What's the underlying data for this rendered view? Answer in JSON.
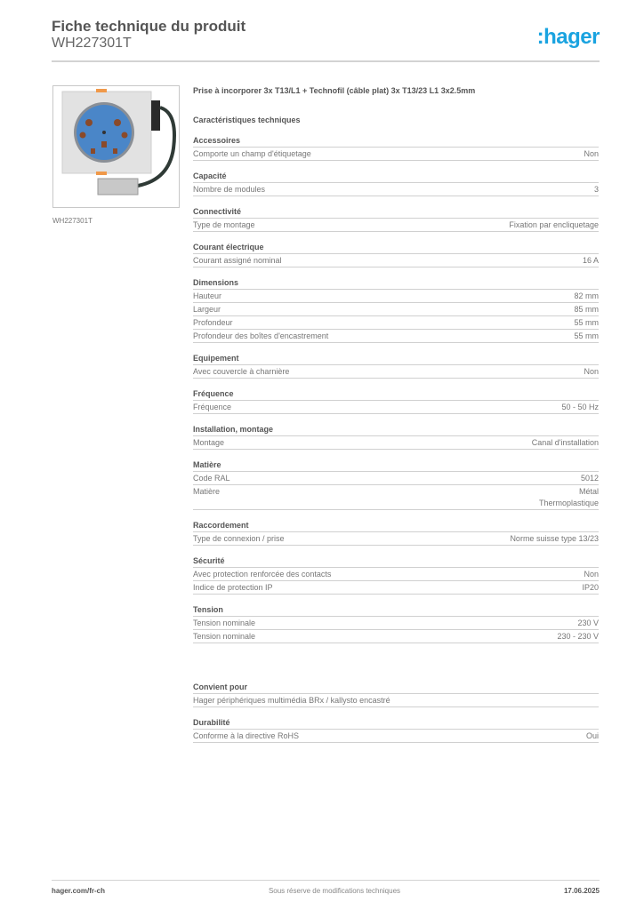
{
  "header": {
    "title": "Fiche technique du produit",
    "reference": "WH227301T",
    "logo": ":hager",
    "brand_color": "#1aa3e0"
  },
  "product": {
    "image_caption": "WH227301T",
    "description": "Prise à incorporer 3x T13/L1 + Technofil (câble plat) 3x T13/23 L1 3x2.5mm"
  },
  "specs": {
    "heading": "Caractéristiques techniques",
    "groups": [
      {
        "title": "Accessoires",
        "rows": [
          {
            "label": "Comporte un champ d'étiquetage",
            "value": "Non"
          }
        ]
      },
      {
        "title": "Capacité",
        "rows": [
          {
            "label": "Nombre de modules",
            "value": "3"
          }
        ]
      },
      {
        "title": "Connectivité",
        "rows": [
          {
            "label": "Type de montage",
            "value": "Fixation par encliquetage"
          }
        ]
      },
      {
        "title": "Courant électrique",
        "rows": [
          {
            "label": "Courant assigné nominal",
            "value": "16 A"
          }
        ]
      },
      {
        "title": "Dimensions",
        "rows": [
          {
            "label": "Hauteur",
            "value": "82 mm"
          },
          {
            "label": "Largeur",
            "value": "85 mm"
          },
          {
            "label": "Profondeur",
            "value": "55 mm"
          },
          {
            "label": "Profondeur des boîtes d'encastrement",
            "value": "55 mm"
          }
        ]
      },
      {
        "title": "Equipement",
        "rows": [
          {
            "label": "Avec couvercle à charnière",
            "value": "Non"
          }
        ]
      },
      {
        "title": "Fréquence",
        "rows": [
          {
            "label": "Fréquence",
            "value": "50 - 50 Hz"
          }
        ]
      },
      {
        "title": "Installation, montage",
        "rows": [
          {
            "label": "Montage",
            "value": "Canal d'installation"
          }
        ]
      },
      {
        "title": "Matière",
        "rows": [
          {
            "label": "Code RAL",
            "value": "5012"
          },
          {
            "label": "Matière",
            "value": "Métal",
            "value2": "Thermoplastique"
          }
        ]
      },
      {
        "title": "Raccordement",
        "rows": [
          {
            "label": "Type de connexion / prise",
            "value": "Norme suisse type 13/23"
          }
        ]
      },
      {
        "title": "Sécurité",
        "rows": [
          {
            "label": "Avec protection renforcée des contacts",
            "value": "Non"
          },
          {
            "label": "Indice de protection IP",
            "value": "IP20"
          }
        ]
      },
      {
        "title": "Tension",
        "rows": [
          {
            "label": "Tension nominale",
            "value": "230 V"
          },
          {
            "label": "Tension nominale",
            "value": "230 - 230 V"
          }
        ]
      }
    ],
    "extra_groups": [
      {
        "title": "Convient pour",
        "rows": [
          {
            "label": "Hager périphériques multimédia BRx / kallysto encastré",
            "value": ""
          }
        ]
      },
      {
        "title": "Durabilité",
        "rows": [
          {
            "label": "Conforme à la directive RoHS",
            "value": "Oui"
          }
        ]
      }
    ]
  },
  "footer": {
    "website": "hager.com/fr-ch",
    "disclaimer": "Sous réserve de modifications techniques",
    "date": "17.06.2025"
  }
}
